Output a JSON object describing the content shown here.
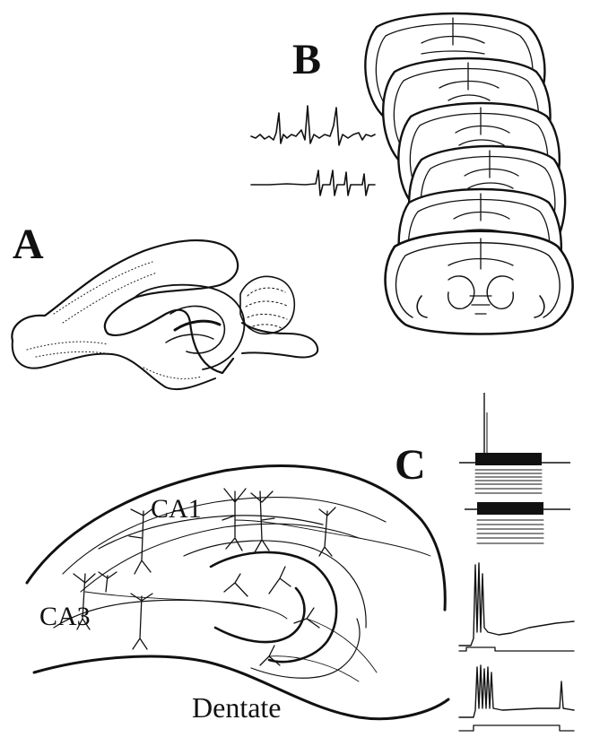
{
  "panels": {
    "a": {
      "letter": "A"
    },
    "b": {
      "letter": "B"
    },
    "c": {
      "letter": "C"
    }
  },
  "regions": {
    "ca1": "CA1",
    "ca3": "CA3",
    "dentate": "Dentate"
  },
  "colors": {
    "ink": "#111111",
    "background": "#ffffff"
  }
}
